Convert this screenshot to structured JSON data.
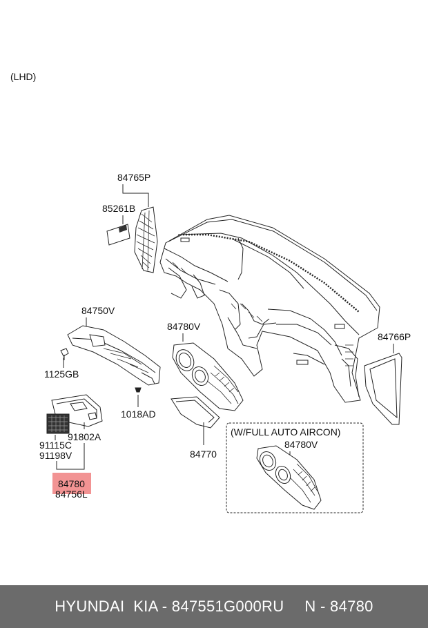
{
  "diagram": {
    "region_label": "(LHD)",
    "parts": {
      "p84765P": "84765P",
      "p85261B": "85261B",
      "p84750V": "84750V",
      "p1125GB": "1125GB",
      "p1018AD": "1018AD",
      "p84780V": "84780V",
      "p84766P": "84766P",
      "p91115C": "91115C",
      "p91198V": "91198V",
      "p91802A": "91802A",
      "p84770": "84770",
      "p84780": "84780",
      "p84756L": "84756L",
      "p84780V_auto": "84780V"
    },
    "option_box_title": "(W/FULL AUTO AIRCON)",
    "highlight_color": "#f08080"
  },
  "footer": {
    "brand": "HYUNDAI  KIA - 847551G000RU",
    "ref": "N - 84780"
  }
}
